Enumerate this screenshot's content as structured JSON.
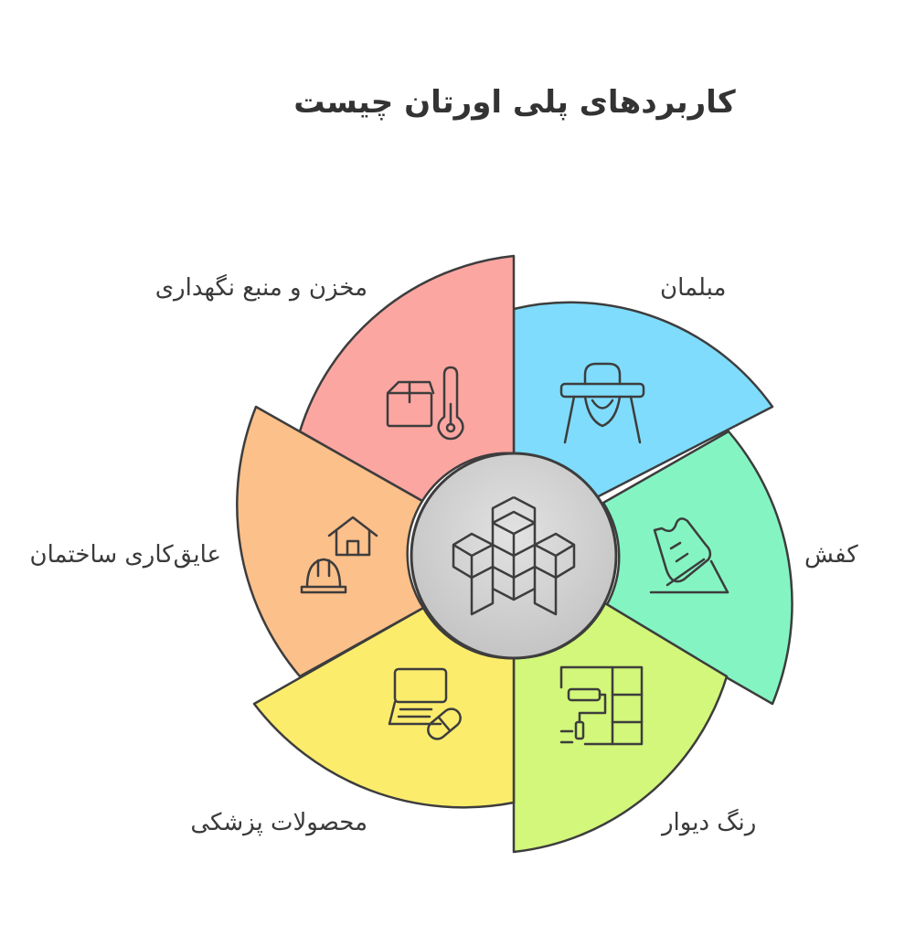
{
  "title": "کاربردهای پلی اورتان چیست",
  "center": {
    "icon": "polyurethane-structure-icon"
  },
  "segments": [
    {
      "label": "مبلمان",
      "icon": "high-chair-icon",
      "color": "#7fdcfc"
    },
    {
      "label": "کفش",
      "icon": "sneaker-icon",
      "color": "#84f5c2"
    },
    {
      "label": "رنگ دیوار",
      "icon": "paint-roller-wall-icon",
      "color": "#d2f77a"
    },
    {
      "label": "محصولات پزشکی",
      "icon": "medical-device-pill-icon",
      "color": "#fcec6c"
    },
    {
      "label": "عایق‌کاری ساختمان",
      "icon": "house-hardhat-icon",
      "color": "#fcc08a"
    },
    {
      "label": "مخزن و منبع نگهداری",
      "icon": "box-thermometer-icon",
      "color": "#fca6a2"
    }
  ],
  "colors": {
    "stroke": "#3d3d3d",
    "center_fill": "#cfcfcf",
    "text": "#3a3a3a"
  }
}
